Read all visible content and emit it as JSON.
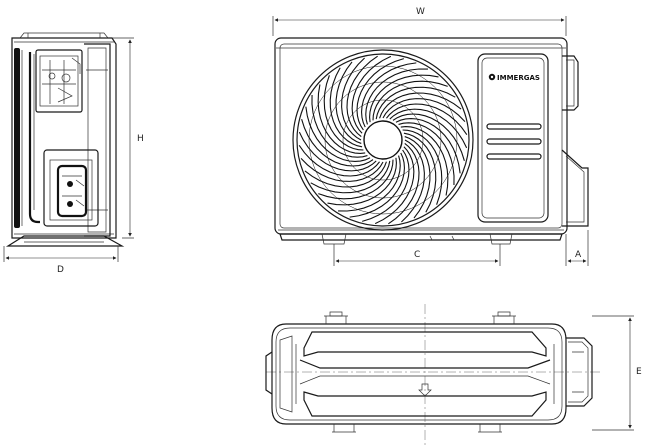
{
  "brand": {
    "logo_text": "IMMERGAS"
  },
  "dimensions": {
    "width_label": "W",
    "height_label": "H",
    "depth_label": "D",
    "feet_spacing_label": "C",
    "offset_label": "A",
    "top_depth_label": "E"
  },
  "views": [
    "side-view",
    "front-view",
    "top-view"
  ]
}
